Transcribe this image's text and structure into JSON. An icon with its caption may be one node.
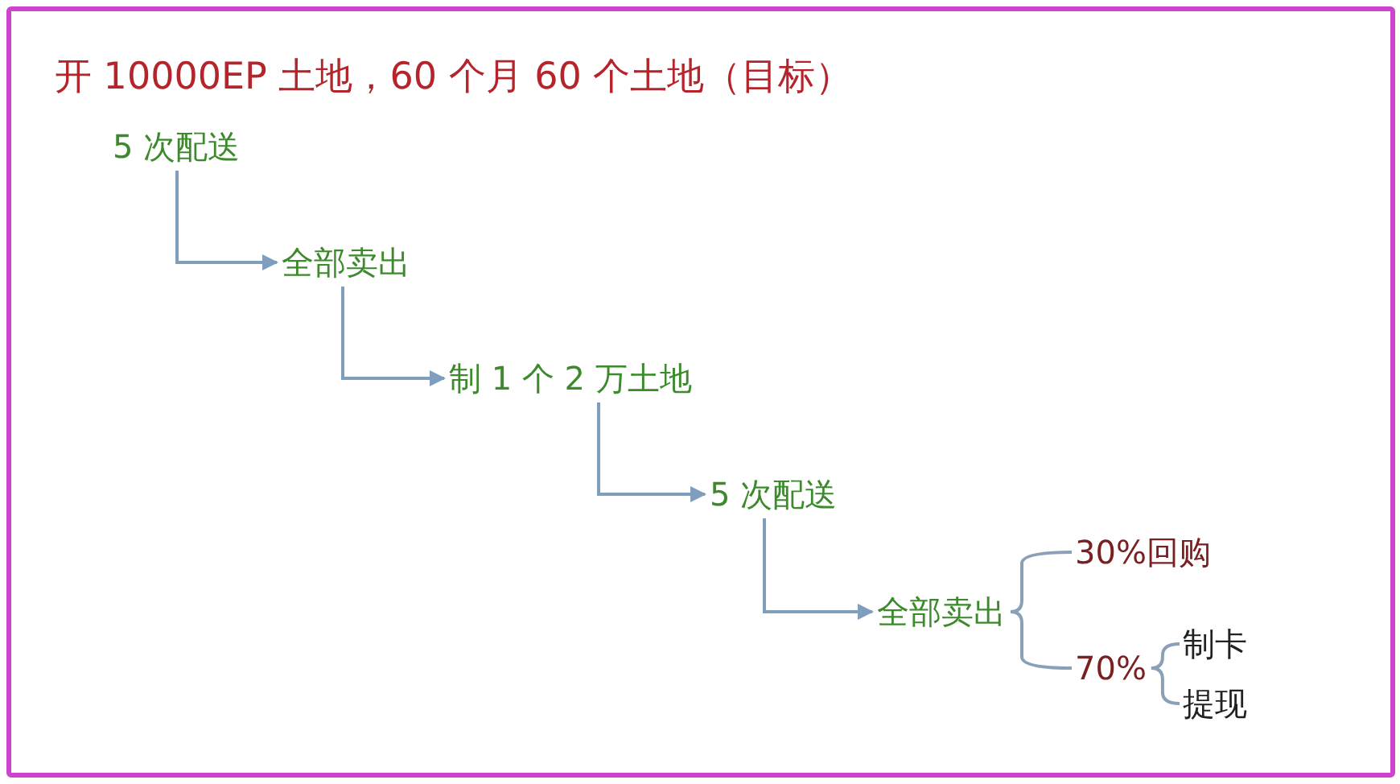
{
  "diagram": {
    "title": "开 10000EP 土地，60 个月 60 个土地（目标）",
    "nodes": [
      {
        "text": [
          "5 次配送"
        ]
      },
      {
        "text": [
          "全部卖出"
        ]
      },
      {
        "text": [
          "制 1 个 2 万土地"
        ]
      },
      {
        "text": [
          "5 次配送"
        ]
      },
      {
        "text": [
          "全部卖出"
        ]
      },
      {
        "text": [
          "30%回购"
        ]
      },
      {
        "text": [
          "70%"
        ]
      },
      {
        "text": [
          "制卡"
        ]
      },
      {
        "text": [
          "提现"
        ]
      }
    ],
    "edges": [
      {
        "from": 0,
        "to": 1,
        "arrow": "to"
      },
      {
        "from": 1,
        "to": 2,
        "arrow": "to"
      },
      {
        "from": 2,
        "to": 3,
        "arrow": "to"
      },
      {
        "from": 3,
        "to": 4,
        "arrow": "to"
      },
      {
        "from": 4,
        "to": 5,
        "arrow": "none"
      },
      {
        "from": 4,
        "to": 6,
        "arrow": "none"
      },
      {
        "from": 6,
        "to": 7,
        "arrow": "none"
      },
      {
        "from": 6,
        "to": 8,
        "arrow": "none"
      }
    ]
  }
}
